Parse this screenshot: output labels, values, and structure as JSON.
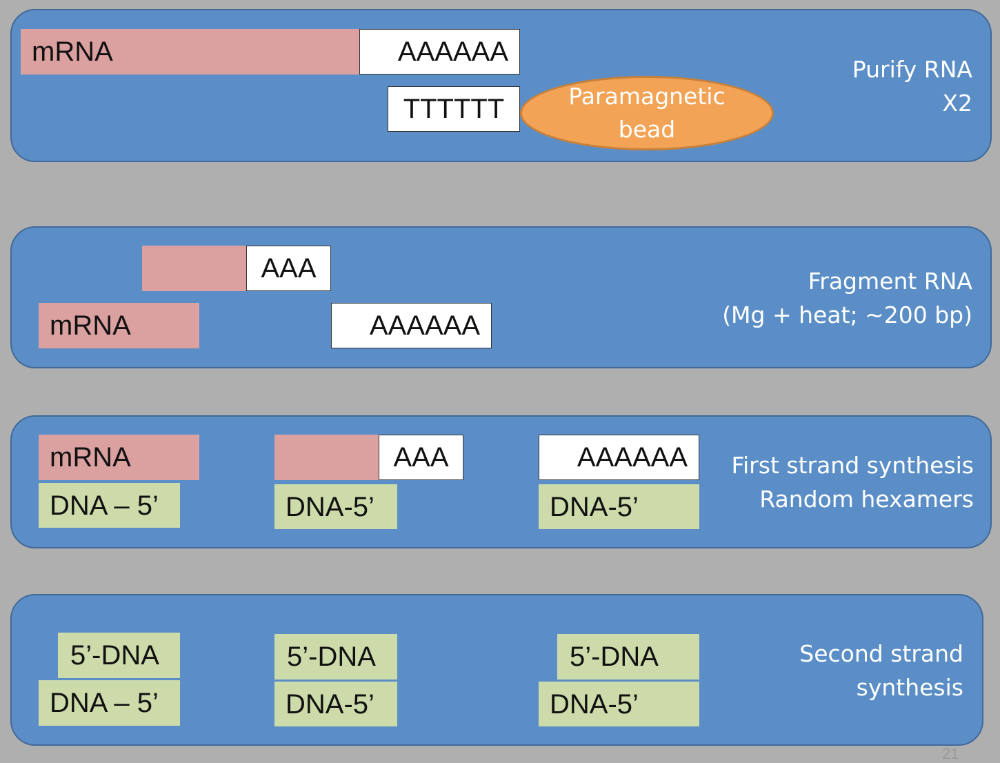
{
  "colors": {
    "background": "#afafaf",
    "panel": "#5b8ec6",
    "mrna": "#dba0a0",
    "tail": "#ffffff",
    "dna": "#cddbab",
    "bead": "#f3a356"
  },
  "panel1": {
    "mrna_label": "mRNA",
    "polyA": "AAAAAA",
    "polyT": "TTTTTT",
    "bead_line1": "Paramagnetic",
    "bead_line2": "bead",
    "step_line1": "Purify RNA",
    "step_line2": "X2"
  },
  "panel2": {
    "fragment_tail": "AAA",
    "mrna_label": "mRNA",
    "polyA": "AAAAAA",
    "step_line1": "Fragment RNA",
    "step_line2": "(Mg + heat; ~200 bp)"
  },
  "panel3": {
    "mrna_label": "mRNA",
    "dna_label_a": "DNA – 5’",
    "fragment_tail": "AAA",
    "dna_label_b": "DNA-5’",
    "polyA": "AAAAAA",
    "dna_label_c": "DNA-5’",
    "step_line1": "First strand synthesis",
    "step_line2": "Random hexamers"
  },
  "panel4": {
    "top_a": "5’-DNA",
    "bottom_a": "DNA – 5’",
    "top_b": "5’-DNA",
    "bottom_b": "DNA-5’",
    "top_c": "5’-DNA",
    "bottom_c": "DNA-5’",
    "step_line1": "Second strand",
    "step_line2": "synthesis"
  },
  "page_number": "21"
}
